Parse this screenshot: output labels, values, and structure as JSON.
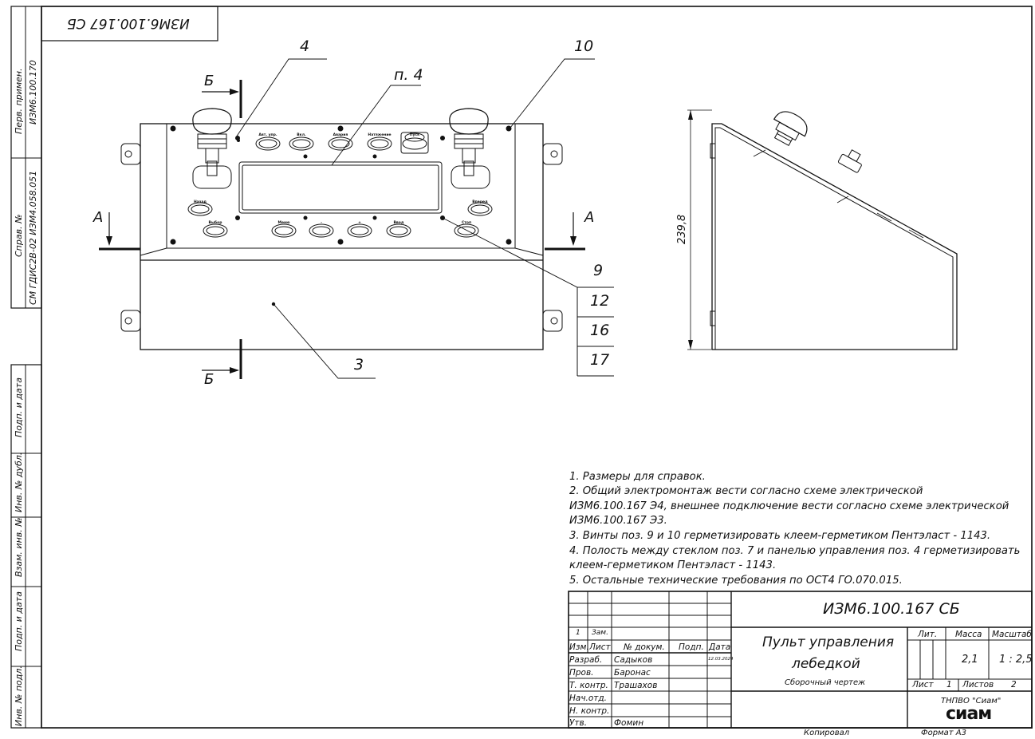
{
  "drawing_code_mirrored": "ИЗМ6.100.167 СБ",
  "side_strip": {
    "perv_primen_label": "Перв. примен.",
    "perv_primen_value": "ИЗМ6.100.170",
    "sprav_label": "Справ. №",
    "sprav_value": "СМ ГДИС2В-02 ИЗМ4.058.051",
    "podp_data_1": "Подп. и дата",
    "inv_dubl": "Инв. № дубл.",
    "vzam_inv": "Взам. инв. №",
    "podp_data_2": "Подп. и дата",
    "inv_podl": "Инв. № подл."
  },
  "callouts": {
    "pos4": "4",
    "pos10": "10",
    "p4": "п. 4",
    "pos3": "3",
    "pos9": "9",
    "pos12": "12",
    "pos16": "16",
    "pos17": "17",
    "section_a_left": "А",
    "section_a_right": "А",
    "section_b_top": "Б",
    "section_b_bottom": "Б"
  },
  "dimension": "239,8",
  "panel_labels": [
    "Авт. упр.",
    "Вкл.",
    "Авария",
    "Натяжение",
    "Пуск",
    "Назад",
    "Вперед",
    "Выбор",
    "Меню",
    "-",
    "+",
    "Ввод",
    "Стоп"
  ],
  "notes": [
    "1. Размеры для справок.",
    "2. Общий электромонтаж вести согласно схеме электрической",
    "ИЗМ6.100.167 Э4, внешнее подключение вести согласно схеме электрической",
    "ИЗМ6.100.167 Э3.",
    "3. Винты поз. 9 и 10 герметизировать клеем-герметиком  Пентэласт - 1143.",
    "4. Полость между стеклом поз. 7 и панелью управления поз. 4 герметизировать",
    "клеем-герметиком Пентэласт - 1143.",
    "5. Остальные технические требования по ОСТ4 ГО.070.015."
  ],
  "title_block": {
    "designation": "ИЗМ6.100.167 СБ",
    "name_line1": "Пульт управления",
    "name_line2": "лебедкой",
    "doc_type": "Сборочный чертеж",
    "rev_num": "1",
    "rev_zam": "Зам.",
    "col_izm": "Изм.",
    "col_list": "Лист",
    "col_doc": "№ докум.",
    "col_sign": "Подп.",
    "col_date": "Дата",
    "row_razrab": "Разраб.",
    "row_prov": "Пров.",
    "row_tkontr": "Т. контр.",
    "row_nachotd": "Нач.отд.",
    "row_nkontr": "Н. контр.",
    "row_utv": "Утв.",
    "name_razrab": "Садыков",
    "name_prov": "Баронас",
    "name_tkontr": "Трашахов",
    "name_utv": "Фомин",
    "date_razrab": "12.03.2024",
    "lit_label": "Лит.",
    "mass_label": "Масса",
    "scale_label": "Масштаб",
    "mass_value": "2,1",
    "scale_value": "1 : 2,5",
    "sheet_label": "Лист",
    "sheet_value": "1",
    "sheets_label": "Листов",
    "sheets_value": "2",
    "org": "ТНПВО \"Сиам\"",
    "logo_text": "сиам",
    "copied": "Копировал",
    "format": "Формат А3"
  }
}
